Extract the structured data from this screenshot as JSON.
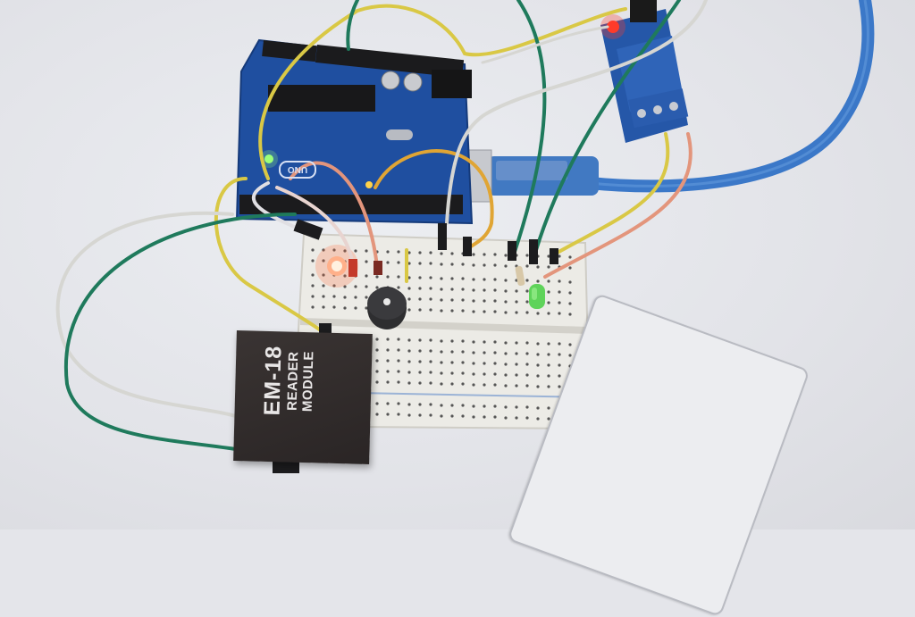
{
  "scene": {
    "description": "Arduino RFID access-control project on a white desk",
    "background_color": "#e4e5ea"
  },
  "components": {
    "microcontroller": {
      "name": "Arduino Uno",
      "logo_text": "UNO",
      "board_color": "#1f4fa0"
    },
    "rfid_reader": {
      "model": "EM-18",
      "line2": "READER",
      "line3": "MODULE",
      "body_color": "#2f2a2a"
    },
    "relay_module": {
      "name": "Relay module",
      "color": "#2557a8",
      "indicator_led": "#ff3b2a"
    },
    "breadboard": {
      "name": "Half-size breadboard",
      "color": "#ecebe6"
    },
    "red_led": {
      "state": "on",
      "color": "#ff5a3c"
    },
    "green_led": {
      "state": "off",
      "color": "#5fd35a"
    },
    "buzzer": {
      "name": "Piezo buzzer",
      "color": "#2e2e30"
    },
    "usb_cable": {
      "color": "#3b78c8"
    },
    "rfid_card": {
      "name": "RFID tag card",
      "color": "#eceef1"
    }
  },
  "wire_colors": {
    "yellow": "#d9c845",
    "green": "#1f7a5c",
    "white": "#d6d6d2",
    "salmon": "#e3957c",
    "orange": "#e0a534"
  }
}
